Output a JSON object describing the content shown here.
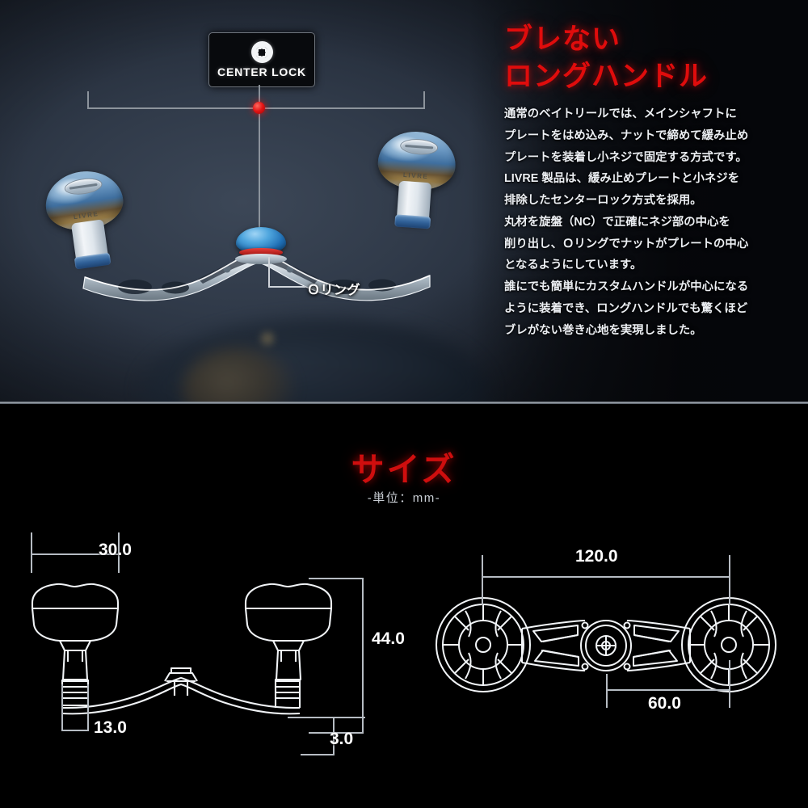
{
  "top_section": {
    "headline_line1": "ブレない",
    "headline_line2": "ロングハンドル",
    "headline_color": "#e00c0c",
    "body_lines": [
      "通常のベイトリールでは、メインシャフトに",
      "プレートをはめ込み、ナットで締めて緩み止め",
      "プレートを装着し小ネジで固定する方式です。",
      "LIVRE 製品は、緩み止めプレートと小ネジを",
      "排除したセンターロック方式を採用。",
      "丸材を旋盤（NC）で正確にネジ部の中心を",
      "削り出し、Ｏリングでナットがプレートの中心",
      "となるようにしています。",
      "誰にでも簡単にカスタムハンドルが中心になる",
      "ように装着でき、ロングハンドルでも驚くほど",
      "ブレがない巻き心地を実現しました。"
    ],
    "badge": {
      "label": "CENTER LOCK",
      "icon": "gear-nut-icon"
    },
    "callout_oring": "Ｏリング",
    "knob_brand": "LIVRE",
    "center_marker_color": "#e51414"
  },
  "bottom_section": {
    "title": "サイズ",
    "title_color": "#cf0e0e",
    "unit_note": "-単位：mm-",
    "dimensions": {
      "knob_width": "30.0",
      "arm_drop": "13.0",
      "total_height": "44.0",
      "plate_thickness": "3.0",
      "total_length": "120.0",
      "center_to_knob": "60.0"
    }
  }
}
